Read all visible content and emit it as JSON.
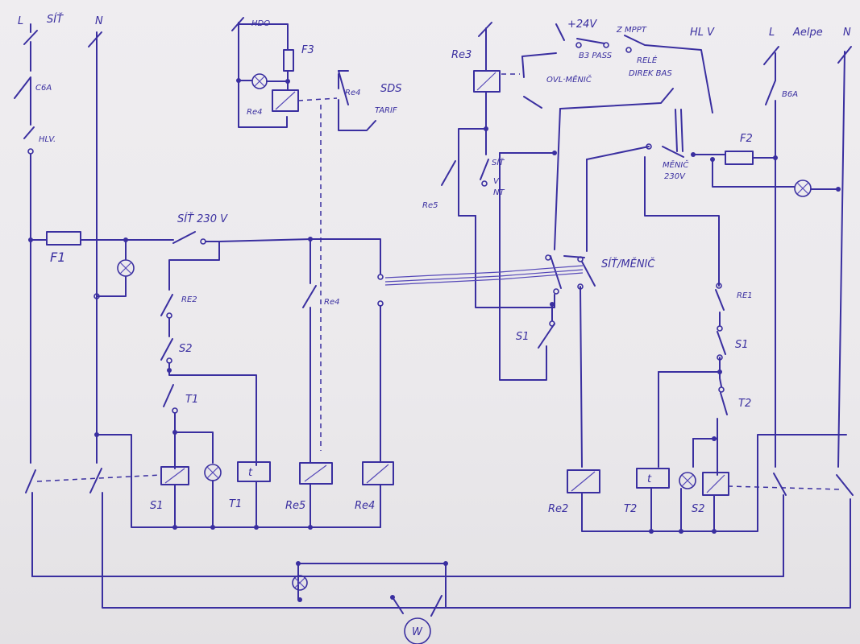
{
  "labels": {
    "l_left": "L",
    "sit_top": "SÍŤ",
    "n_left": "N",
    "c6a": "C6A",
    "hlv": "HLV.",
    "hdo": "HDO",
    "f3": "F3",
    "re4_top": "Re4",
    "re4_sds": "Re4",
    "sds": "SDS",
    "tarif": "TARIF",
    "sit_230v": "SÍŤ 230 V",
    "f1": "F1",
    "re2_contact": "RE2",
    "s2_contact": "S2",
    "t1_contact": "T1",
    "re4_mid": "Re4",
    "re3": "Re3",
    "plus24v": "+24V",
    "z_mppt": "Z MPPT",
    "b3_pass": "B3 PASS",
    "relo": "RELÉ",
    "direk_bas": "DIREK BAS",
    "ovl_menic": "OVL·MĚNIČ",
    "hl_v": "HL V",
    "l_right": "L",
    "aelpe": "Aelpe",
    "n_right": "N",
    "b6a": "B6A",
    "sit_contact": "SÍŤ",
    "v_nt": "V",
    "nt": "NT",
    "re5_top": "Re5",
    "f2": "F2",
    "menic_230v": "MĚNIČ",
    "menic_230v_b": "230V",
    "sit_menic": "SÍŤ/MĚNIČ",
    "re1_contact": "RE1",
    "s1_contact": "S1",
    "t2_contact": "T2",
    "s1_mid": "S1",
    "coil_s1": "S1",
    "coil_t1": "T1",
    "coil_re5": "Re5",
    "coil_re4": "Re4",
    "coil_re2": "Re2",
    "coil_t2": "T2",
    "coil_s2": "S2",
    "t_symbol_left": "t",
    "t_symbol_right": "t",
    "motor": "W"
  }
}
